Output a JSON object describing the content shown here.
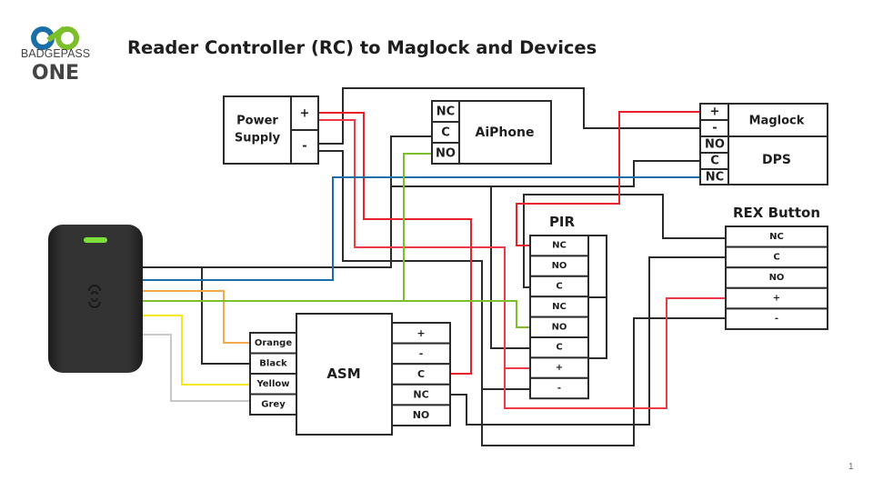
{
  "title": "Reader Controller (RC) to Maglock and Devices",
  "logo": {
    "line1": "BADGEPASS",
    "line2": "ONE",
    "colors": {
      "blue": "#1a6fa8",
      "green": "#7bbf2a",
      "text": "#444444"
    }
  },
  "page_number": "1",
  "wire_colors": {
    "red": "#e8202a",
    "black": "#2b2b2b",
    "blue": "#1a6fa8",
    "green": "#7bbf2a",
    "orange": "#f5a94a",
    "yellow": "#f5e61e",
    "grey": "#c8c8c8"
  },
  "reader": {
    "icon": "contactless-icon",
    "led_color": "#7ee03a"
  },
  "power_supply": {
    "label_line1": "Power",
    "label_line2": "Supply",
    "terminals": [
      "+",
      "-"
    ]
  },
  "aiphone": {
    "label": "AiPhone",
    "terminals": [
      "NC",
      "C",
      "NO"
    ]
  },
  "maglock": {
    "label": "Maglock",
    "terminals": [
      "+",
      "-"
    ]
  },
  "dps": {
    "label": "DPS",
    "terminals": [
      "NO",
      "C",
      "NC"
    ]
  },
  "pir": {
    "label": "PIR",
    "terminals": [
      "NC",
      "NO",
      "C",
      "NC",
      "NO",
      "C",
      "+",
      "-"
    ]
  },
  "rex": {
    "label": "REX Button",
    "terminals": [
      "NC",
      "C",
      "NO",
      "+",
      "-"
    ]
  },
  "asm": {
    "label": "ASM",
    "inputs": [
      "Orange",
      "Black",
      "Yellow",
      "Grey"
    ],
    "terminals": [
      "+",
      "-",
      "C",
      "NC",
      "NO"
    ]
  }
}
